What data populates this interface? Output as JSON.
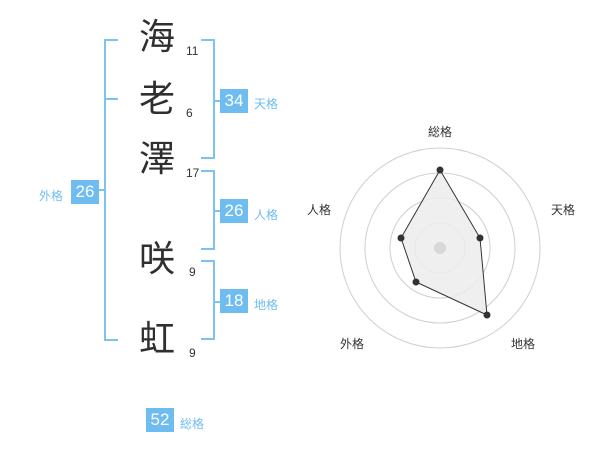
{
  "name_chars": [
    {
      "char": "海",
      "strokes": "11"
    },
    {
      "char": "老",
      "strokes": "6"
    },
    {
      "char": "澤",
      "strokes": "17"
    },
    {
      "char": "咲",
      "strokes": "9"
    },
    {
      "char": "虹",
      "strokes": "9"
    }
  ],
  "kakusu": {
    "tenkaku": {
      "label": "天格",
      "value": "34"
    },
    "jinkaku": {
      "label": "人格",
      "value": "26"
    },
    "chikaku": {
      "label": "地格",
      "value": "18"
    },
    "gaikaku": {
      "label": "外格",
      "value": "26"
    },
    "soukaku": {
      "label": "総格",
      "value": "52"
    }
  },
  "radar": {
    "labels": {
      "top": "総格",
      "right": "天格",
      "bottom_right": "地格",
      "bottom_left": "外格",
      "left": "人格"
    }
  },
  "colors": {
    "accent": "#6fbdf0",
    "text": "#333333"
  }
}
